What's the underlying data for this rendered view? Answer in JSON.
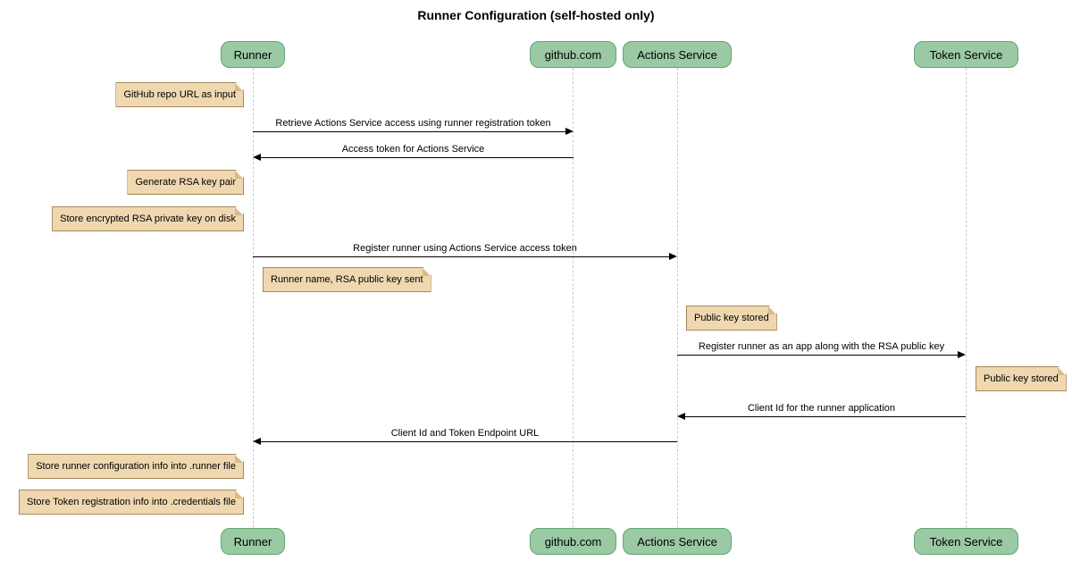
{
  "title": "Runner Configuration (self-hosted only)",
  "colors": {
    "actor_fill": "#9ac9a3",
    "actor_border": "#5fa772",
    "note_fill": "#efd8b0",
    "note_border": "#a7885b",
    "note_fold": "#d8bb8a",
    "lifeline": "#c9c9c9",
    "message": "#000000",
    "background": "#ffffff"
  },
  "actors": [
    {
      "label": "Runner"
    },
    {
      "label": "github.com"
    },
    {
      "label": "Actions Service"
    },
    {
      "label": "Token Service"
    }
  ],
  "messages": [
    {
      "label": "Retrieve Actions Service access using runner registration token",
      "from": "Runner",
      "to": "github.com",
      "direction": "right"
    },
    {
      "label": "Access token for Actions Service",
      "from": "github.com",
      "to": "Runner",
      "direction": "left"
    },
    {
      "label": "Register runner using Actions Service access token",
      "from": "Runner",
      "to": "Actions Service",
      "direction": "right"
    },
    {
      "label": "Register runner as an app along with the RSA public key",
      "from": "Actions Service",
      "to": "Token Service",
      "direction": "right"
    },
    {
      "label": "Client Id for the runner application",
      "from": "Token Service",
      "to": "Actions Service",
      "direction": "left"
    },
    {
      "label": "Client Id and Token Endpoint URL",
      "from": "Actions Service",
      "to": "Runner",
      "direction": "left"
    }
  ],
  "notes": [
    {
      "text": "GitHub repo URL as input",
      "anchor": "left of Runner"
    },
    {
      "text": "Generate RSA key pair",
      "anchor": "left of Runner"
    },
    {
      "text": "Store encrypted RSA private key on disk",
      "anchor": "left of Runner"
    },
    {
      "text": "Runner name, RSA public key sent",
      "anchor": "right of Runner"
    },
    {
      "text": "Public key stored",
      "anchor": "right of Actions Service"
    },
    {
      "text": "Public key stored",
      "anchor": "right of Token Service"
    },
    {
      "text": "Store runner configuration info into .runner file",
      "anchor": "left of Runner"
    },
    {
      "text": "Store Token registration info into .credentials file",
      "anchor": "left of Runner"
    }
  ]
}
